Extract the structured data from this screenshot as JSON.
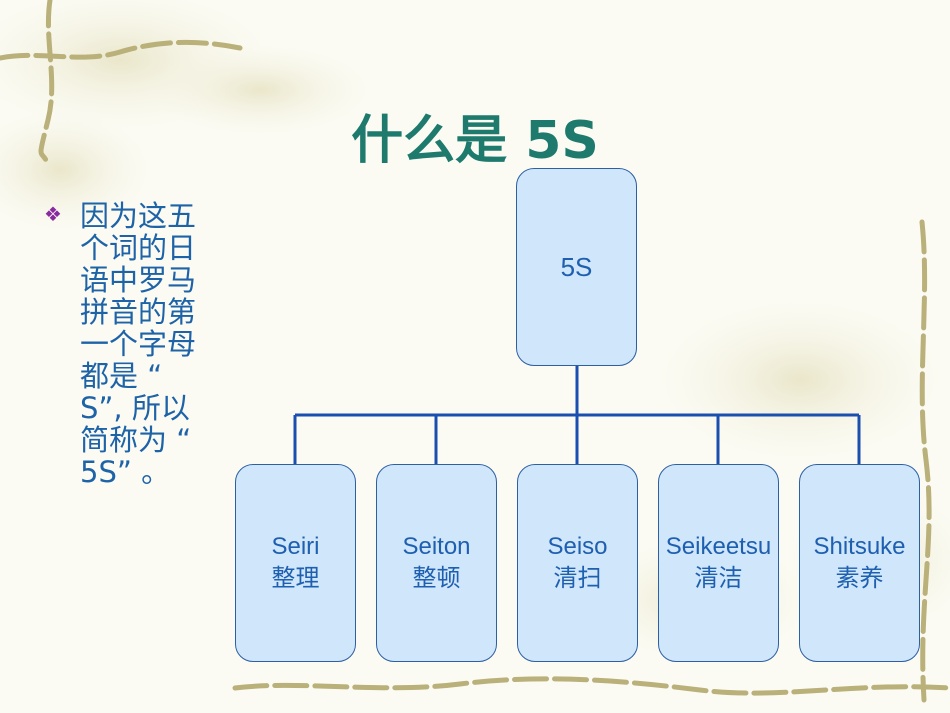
{
  "title": "什么是 5S",
  "bullet_symbol": "❖",
  "side_text": "因为这五个词的日语中罗马拼音的第一个字母都是 “ S”, 所以简称为 “ 5S” 。",
  "diagram": {
    "root": {
      "label": "5S"
    },
    "children": [
      {
        "en": "Seiri",
        "cn": "整理"
      },
      {
        "en": "Seiton",
        "cn": "整顿"
      },
      {
        "en": "Seiso",
        "cn": "清扫"
      },
      {
        "en": "Seikeetsu",
        "cn": "清洁"
      },
      {
        "en": "Shitsuke",
        "cn": "素养"
      }
    ]
  },
  "colors": {
    "title": "#1f7a6e",
    "text": "#1e63a8",
    "node_fill": "#cfe6fb",
    "node_border": "#2d5fa3",
    "connector": "#1a4fb0",
    "bullet": "#8a2aa0"
  }
}
